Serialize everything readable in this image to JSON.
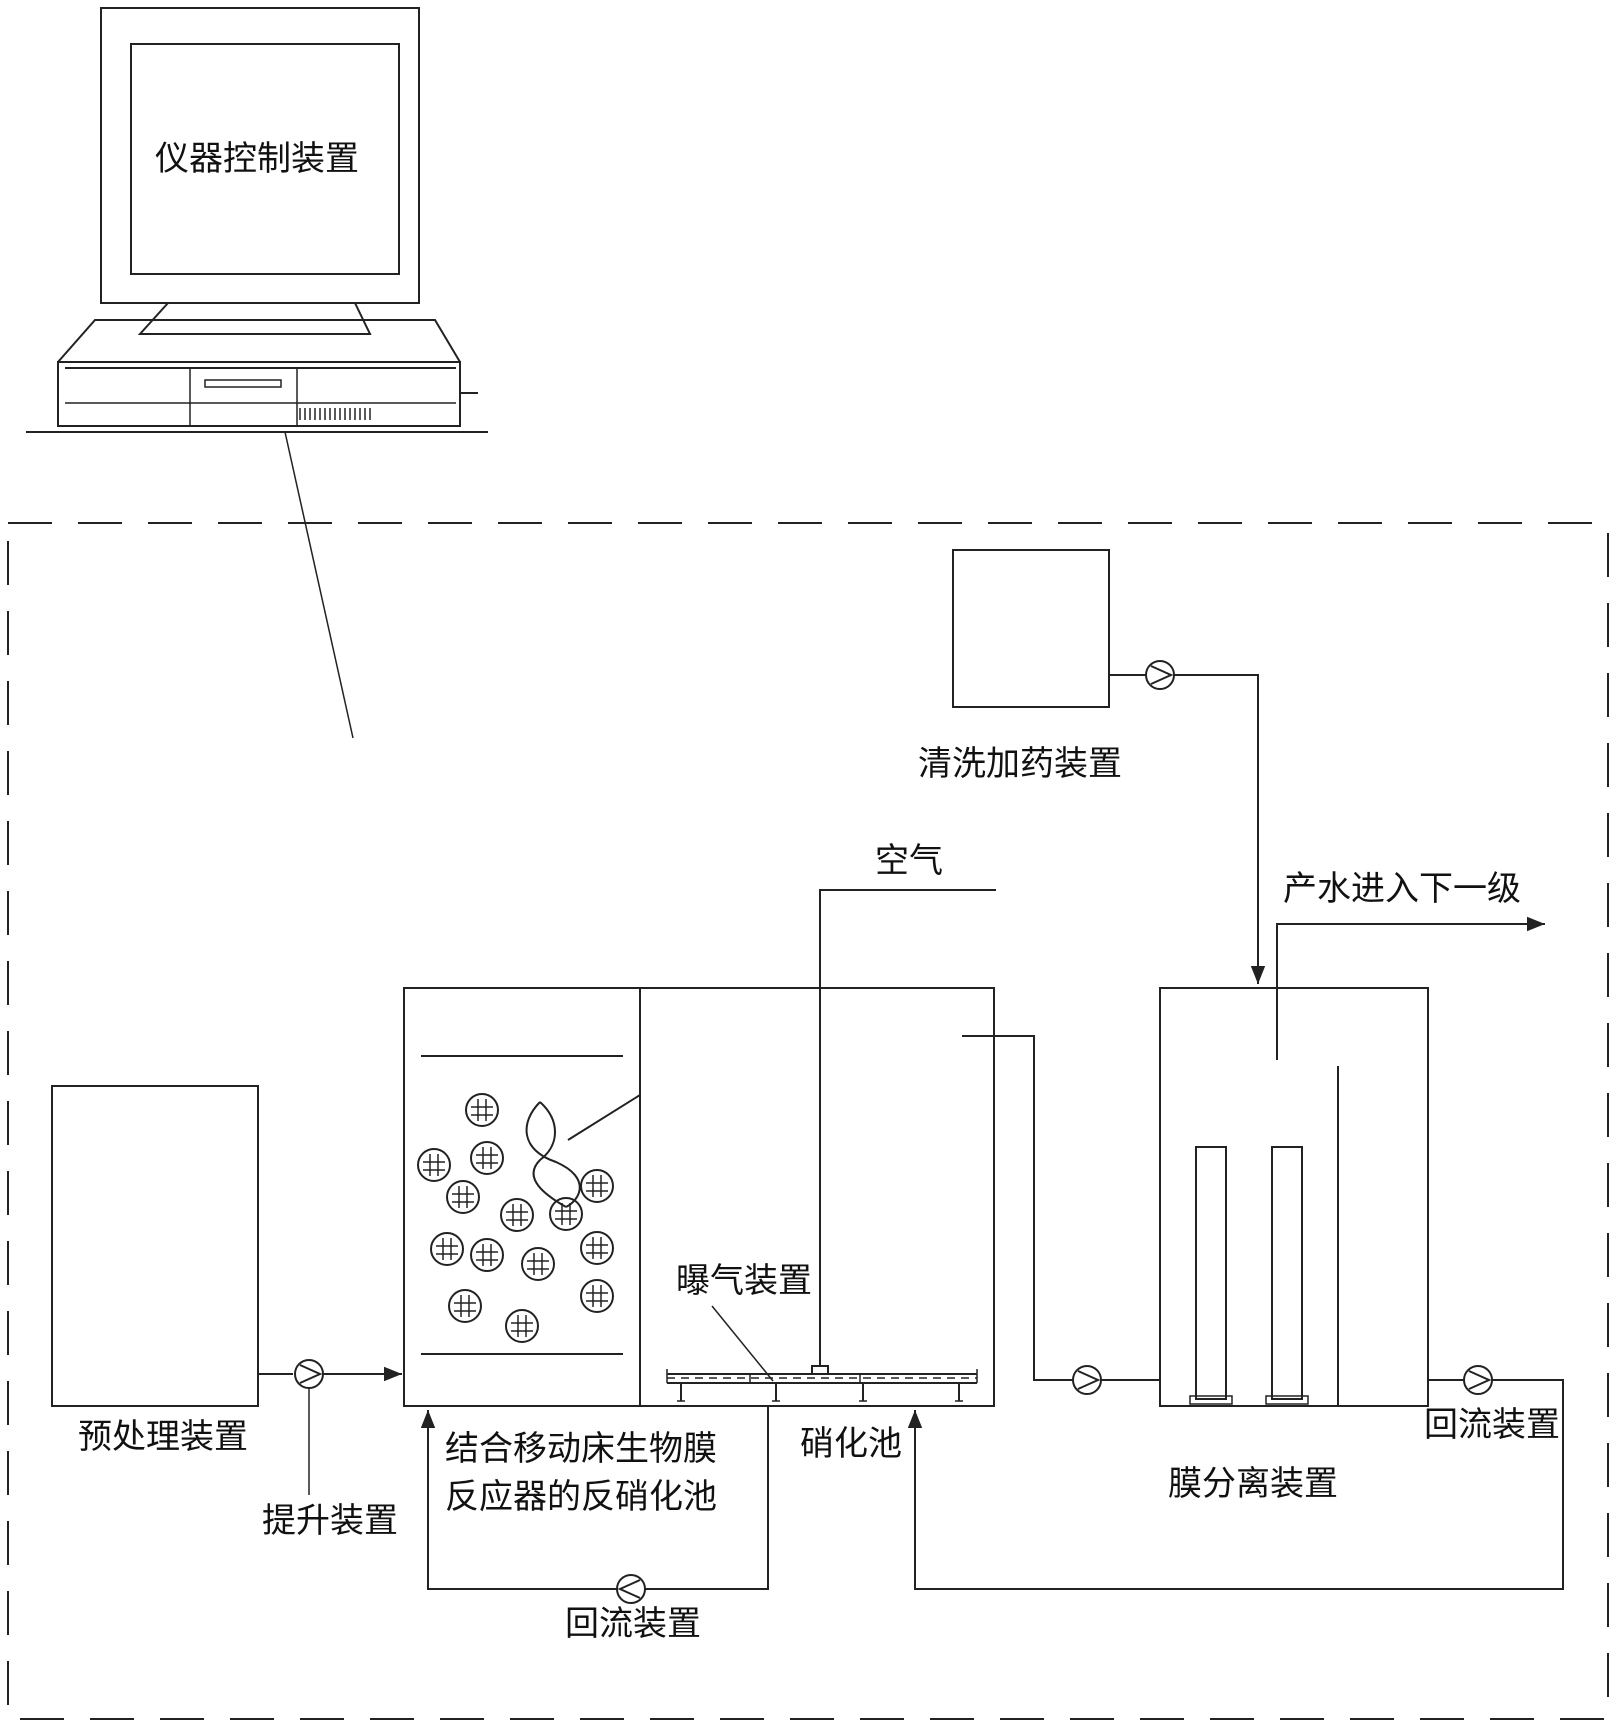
{
  "labels": {
    "control": "仪器控制装置",
    "pretreatment": "预处理装置",
    "lift": "提升装置",
    "denitrification_line1": "结合移动床生物膜",
    "denitrification_line2": "反应器的反硝化池",
    "return_bottom": "回流装置",
    "nitrification": "硝化池",
    "aeration": "曝气装置",
    "air": "空气",
    "cleaning": "清洗加药装置",
    "product_water": "产水进入下一级",
    "membrane": "膜分离装置",
    "return_right": "回流装置"
  }
}
